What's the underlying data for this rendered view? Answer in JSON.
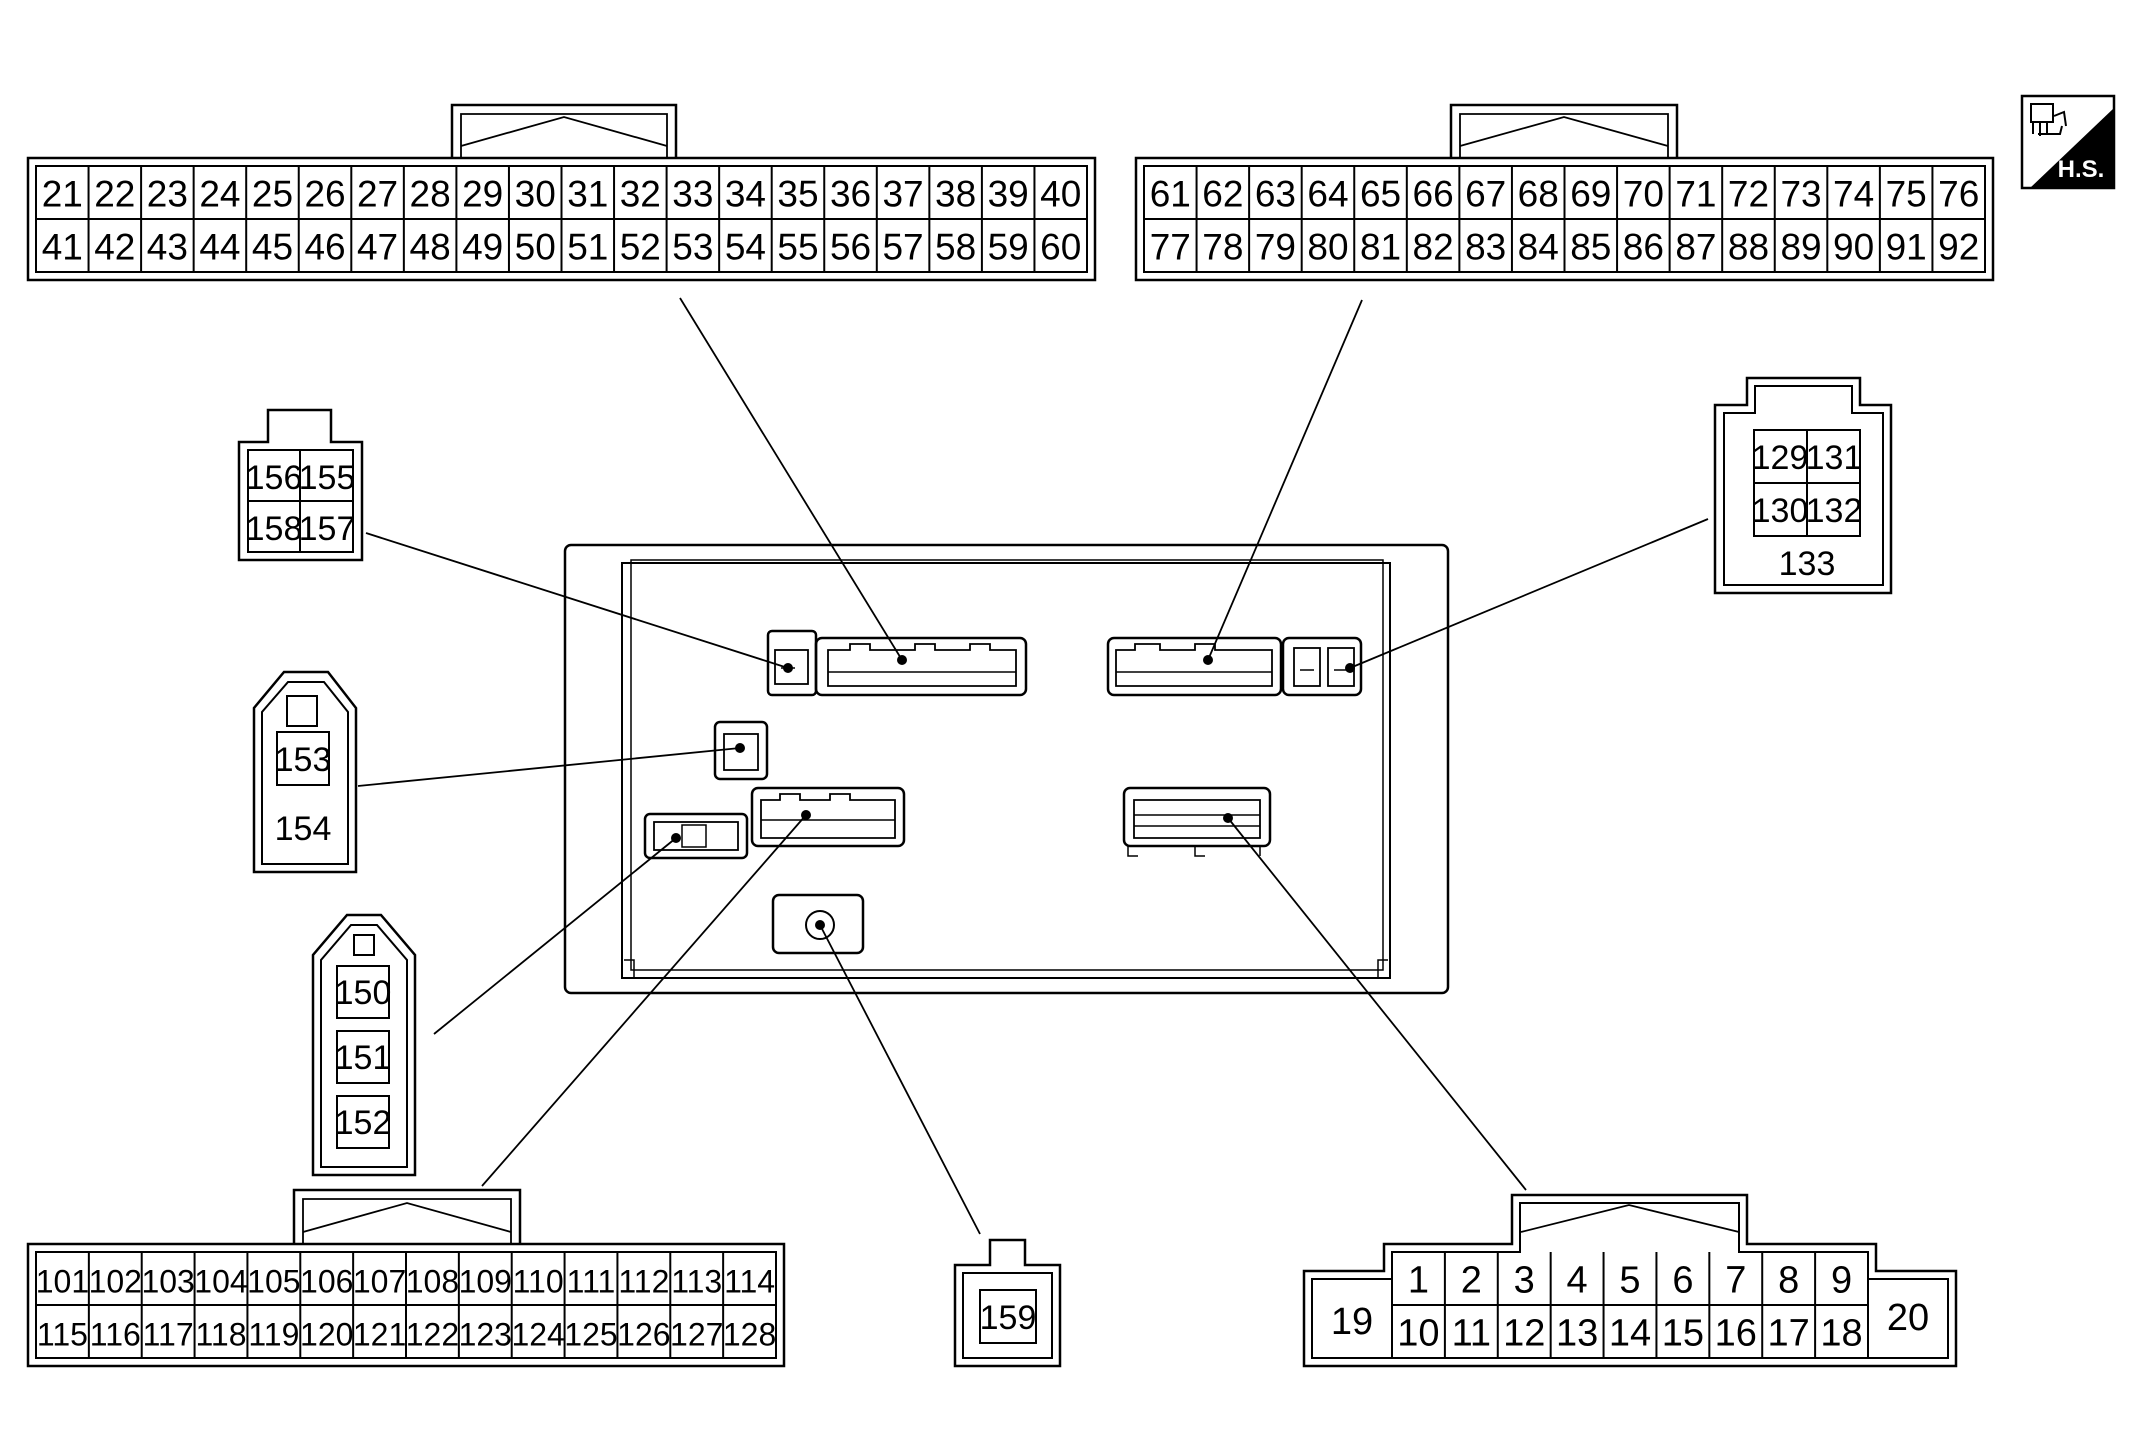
{
  "badge": {
    "label": "H.S."
  },
  "connectors": {
    "top_left": {
      "rows": [
        [
          "21",
          "22",
          "23",
          "24",
          "25",
          "26",
          "27",
          "28",
          "29",
          "30",
          "31",
          "32",
          "33",
          "34",
          "35",
          "36",
          "37",
          "38",
          "39",
          "40"
        ],
        [
          "41",
          "42",
          "43",
          "44",
          "45",
          "46",
          "47",
          "48",
          "49",
          "50",
          "51",
          "52",
          "53",
          "54",
          "55",
          "56",
          "57",
          "58",
          "59",
          "60"
        ]
      ]
    },
    "top_right": {
      "rows": [
        [
          "61",
          "62",
          "63",
          "64",
          "65",
          "66",
          "67",
          "68",
          "69",
          "70",
          "71",
          "72",
          "73",
          "74",
          "75",
          "76"
        ],
        [
          "77",
          "78",
          "79",
          "80",
          "81",
          "82",
          "83",
          "84",
          "85",
          "86",
          "87",
          "88",
          "89",
          "90",
          "91",
          "92"
        ]
      ]
    },
    "c155": {
      "rows": [
        [
          "156",
          "155"
        ],
        [
          "158",
          "157"
        ]
      ]
    },
    "c129": {
      "rows": [
        [
          "129",
          "131"
        ],
        [
          "130",
          "132"
        ]
      ],
      "extra": "133"
    },
    "c153": {
      "pin": "153",
      "extra": "154"
    },
    "c150": {
      "pins": [
        "150",
        "151",
        "152"
      ]
    },
    "bottom_left": {
      "rows": [
        [
          "101",
          "102",
          "103",
          "104",
          "105",
          "106",
          "107",
          "108",
          "109",
          "110",
          "111",
          "112",
          "113",
          "114"
        ],
        [
          "115",
          "116",
          "117",
          "118",
          "119",
          "120",
          "121",
          "122",
          "123",
          "124",
          "125",
          "126",
          "127",
          "128"
        ]
      ]
    },
    "c159": {
      "pin": "159"
    },
    "bottom_right": {
      "rows": [
        [
          "1",
          "2",
          "3",
          "4",
          "5",
          "6",
          "7",
          "8",
          "9"
        ],
        [
          "10",
          "11",
          "12",
          "13",
          "14",
          "15",
          "16",
          "17",
          "18"
        ]
      ],
      "left_pin": "19",
      "right_pin": "20"
    }
  }
}
